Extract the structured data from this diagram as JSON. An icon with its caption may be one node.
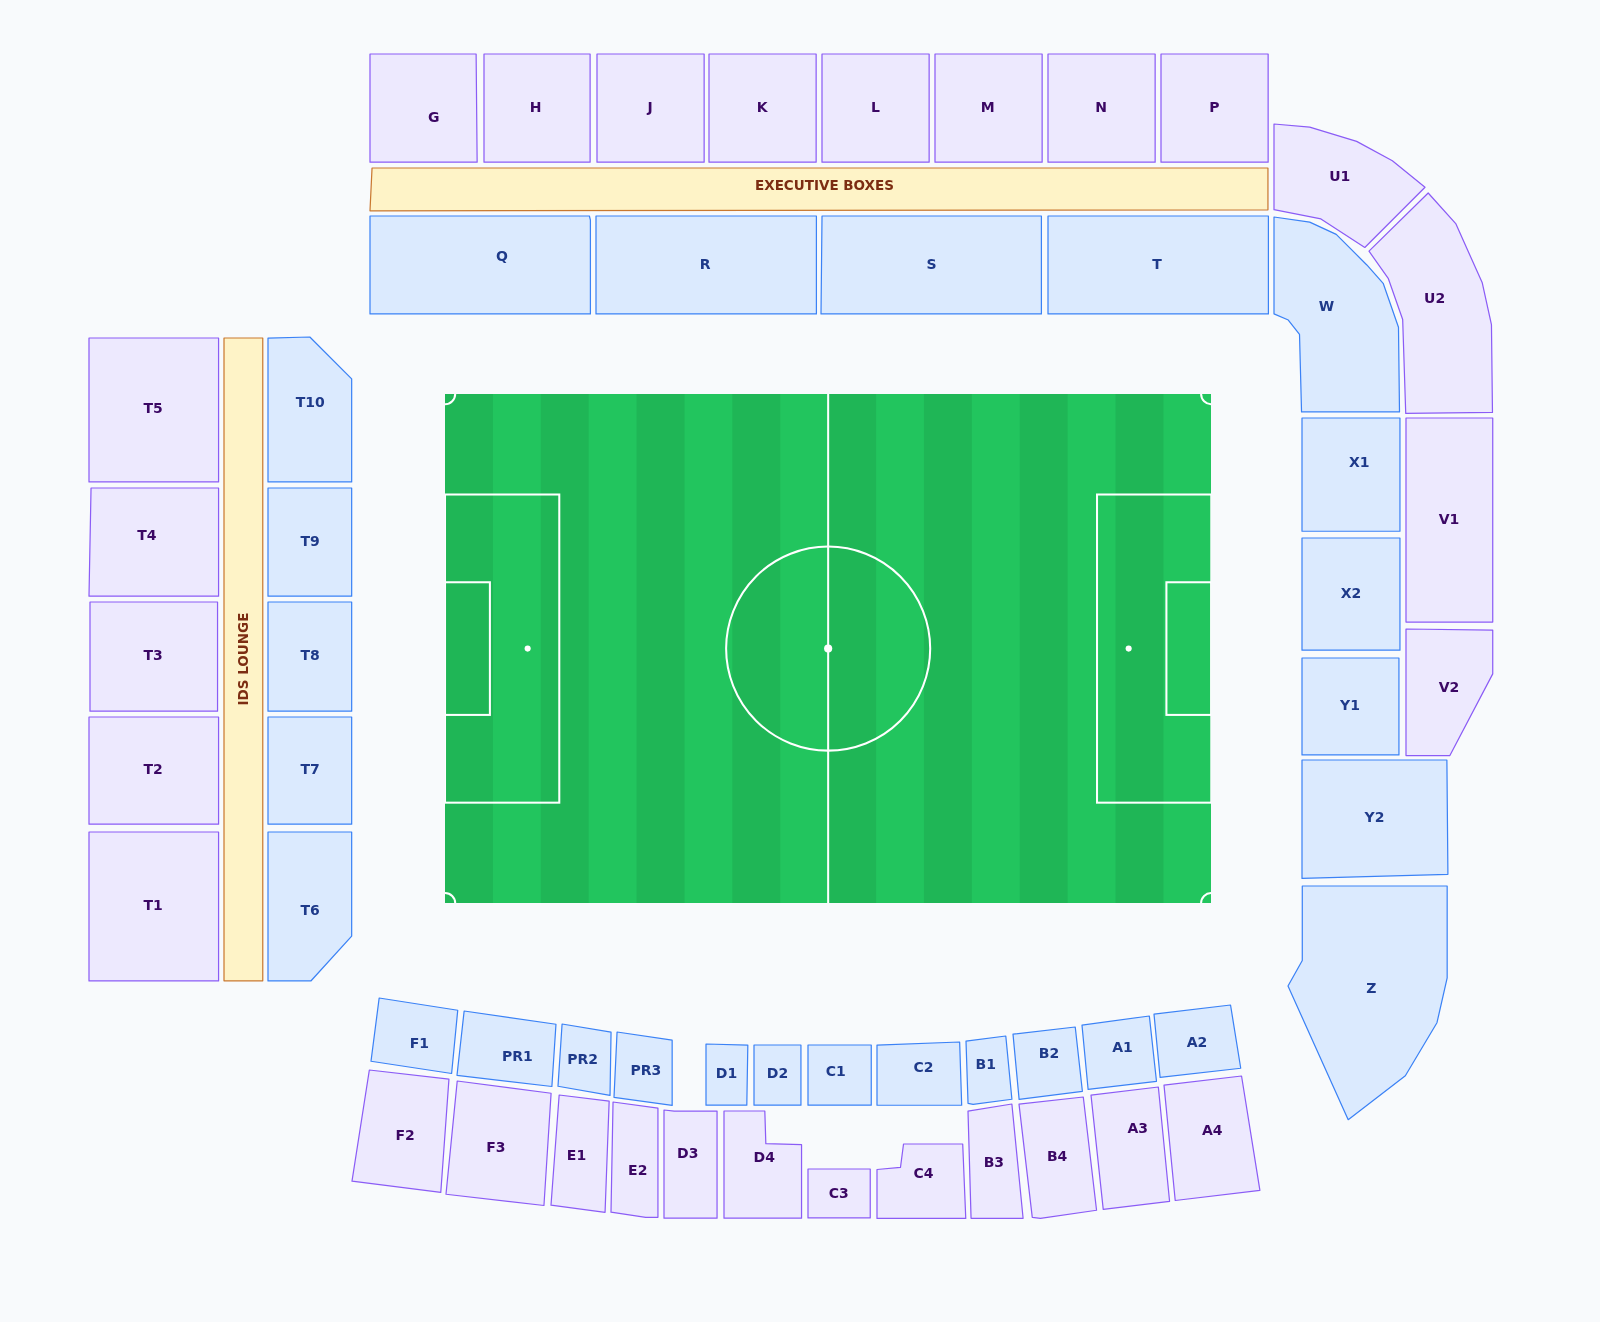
{
  "diagram": {
    "nodes": [
      {
        "text": [
          "G"
        ]
      },
      {
        "text": [
          "H"
        ]
      },
      {
        "text": [
          "J"
        ]
      },
      {
        "text": [
          "K"
        ]
      },
      {
        "text": [
          "L"
        ]
      },
      {
        "text": [
          "M"
        ]
      },
      {
        "text": [
          "N"
        ]
      },
      {
        "text": [
          "P"
        ]
      },
      {
        "text": [
          "EXECUTIVE BOXES"
        ]
      },
      {
        "text": [
          "Q"
        ]
      },
      {
        "text": [
          "R"
        ]
      },
      {
        "text": [
          "S"
        ]
      },
      {
        "text": [
          "T"
        ]
      },
      {
        "text": [
          "U1"
        ]
      },
      {
        "text": [
          "U2"
        ]
      },
      {
        "text": [
          "W"
        ]
      },
      {
        "text": [
          "X1"
        ]
      },
      {
        "text": [
          "V1"
        ]
      },
      {
        "text": [
          "X2"
        ]
      },
      {
        "text": [
          "Y1"
        ]
      },
      {
        "text": [
          "V2"
        ]
      },
      {
        "text": [
          "Y2"
        ]
      },
      {
        "text": [
          "Z"
        ]
      },
      {
        "text": [
          "T5"
        ]
      },
      {
        "text": [
          "IDS LOUNGE"
        ]
      },
      {
        "text": [
          "T10"
        ]
      },
      {
        "text": [
          "T4"
        ]
      },
      {
        "text": [
          "T9"
        ]
      },
      {
        "text": [
          "T3"
        ]
      },
      {
        "text": [
          "T8"
        ]
      },
      {
        "text": [
          "T2"
        ]
      },
      {
        "text": [
          "T7"
        ]
      },
      {
        "text": [
          "T1"
        ]
      },
      {
        "text": [
          "T6"
        ]
      },
      {
        "text": [
          "F1"
        ]
      },
      {
        "text": [
          "PR1"
        ]
      },
      {
        "text": [
          "PR2"
        ]
      },
      {
        "text": [
          "PR3"
        ]
      },
      {
        "text": [
          "D1"
        ]
      },
      {
        "text": [
          "D2"
        ]
      },
      {
        "text": [
          "C1"
        ]
      },
      {
        "text": [
          "C2"
        ]
      },
      {
        "text": [
          "B1"
        ]
      },
      {
        "text": [
          "B2"
        ]
      },
      {
        "text": [
          "A1"
        ]
      },
      {
        "text": [
          "A2"
        ]
      },
      {
        "text": [
          "F2"
        ]
      },
      {
        "text": [
          "F3"
        ]
      },
      {
        "text": [
          "E1"
        ]
      },
      {
        "text": [
          "E2"
        ]
      },
      {
        "text": [
          "D3"
        ]
      },
      {
        "text": [
          "D4"
        ]
      },
      {
        "text": [
          "C3"
        ]
      },
      {
        "text": [
          "C4"
        ]
      },
      {
        "text": [
          "B3"
        ]
      },
      {
        "text": [
          "B4"
        ]
      },
      {
        "text": [
          "A3"
        ]
      },
      {
        "text": [
          "A4"
        ]
      }
    ]
  }
}
